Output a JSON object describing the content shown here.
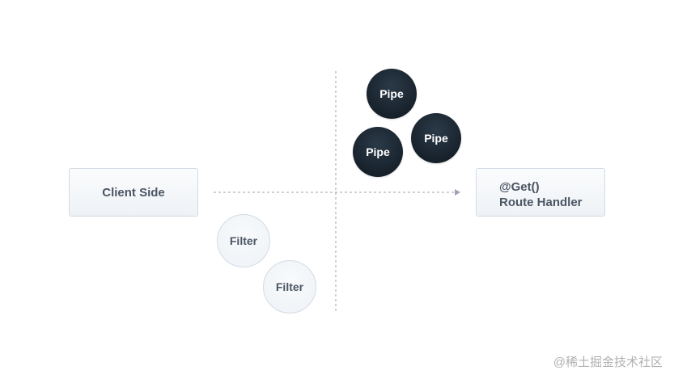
{
  "nodes": {
    "client": "Client Side",
    "handler_line1": "@Get()",
    "handler_line2": "Route Handler",
    "pipes": [
      "Pipe",
      "Pipe",
      "Pipe"
    ],
    "filters": [
      "Filter",
      "Filter"
    ]
  },
  "colors": {
    "pipe_fill": "#1a2530",
    "box_border": "#d3dbe4",
    "box_fill": "#f3f6f9",
    "text": "#4b5563",
    "dashed_line": "#9ca3af"
  },
  "watermark": "@稀土掘金技术社区"
}
